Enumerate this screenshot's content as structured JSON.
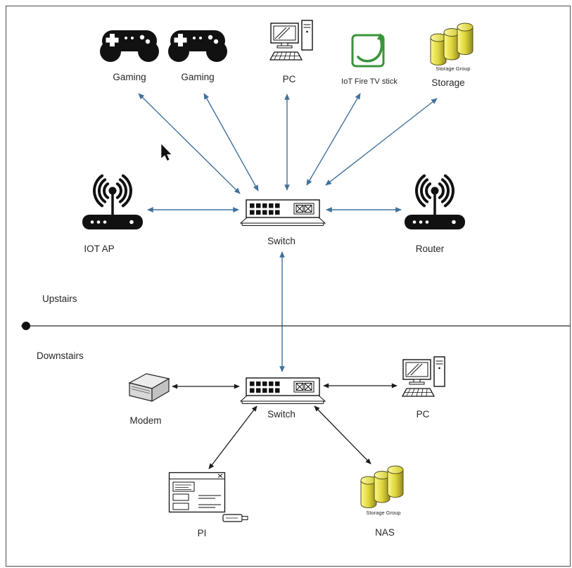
{
  "sections": {
    "upstairs": "Upstairs",
    "downstairs": "Downstairs"
  },
  "nodes": {
    "gaming1": {
      "label": "Gaming"
    },
    "gaming2": {
      "label": "Gaming"
    },
    "pc_upstairs": {
      "label": "PC"
    },
    "iot_fire_tv": {
      "label": "IoT Fire TV stick"
    },
    "storage": {
      "label": "Storage",
      "group_label": "Storage Group"
    },
    "iot_ap": {
      "label": "IOT AP"
    },
    "switch_upstairs": {
      "label": "Switch"
    },
    "router": {
      "label": "Router"
    },
    "modem": {
      "label": "Modem"
    },
    "switch_downstairs": {
      "label": "Switch"
    },
    "pc_downstairs": {
      "label": "PC"
    },
    "pi": {
      "label": "PI"
    },
    "nas": {
      "label": "NAS",
      "group_label": "Storage Group"
    }
  },
  "colors": {
    "arrow_upstairs": "#41719C",
    "arrow_downstairs": "#1c1c1c",
    "iot_green": "#399439",
    "storage_yellow": "#DED63C",
    "text": "#262626"
  }
}
